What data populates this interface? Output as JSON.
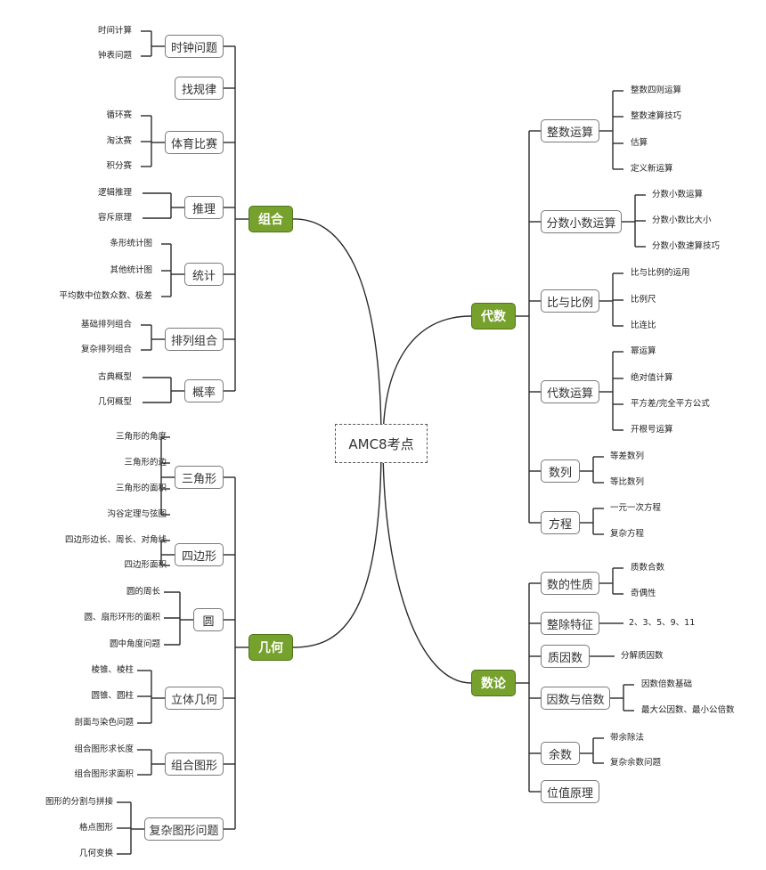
{
  "center": "AMC8考点",
  "left": [
    {
      "label": "组合",
      "children": [
        {
          "label": "时钟问题",
          "leaves": [
            "时间计算",
            "钟表问题"
          ]
        },
        {
          "label": "找规律",
          "leaves": []
        },
        {
          "label": "体育比赛",
          "leaves": [
            "循环赛",
            "淘汰赛",
            "积分赛"
          ]
        },
        {
          "label": "推理",
          "leaves": [
            "逻辑推理",
            "容斥原理"
          ]
        },
        {
          "label": "统计",
          "leaves": [
            "条形统计图",
            "其他统计图",
            "平均数中位数众数、极差"
          ]
        },
        {
          "label": "排列组合",
          "leaves": [
            "基础排列组合",
            "复杂排列组合"
          ]
        },
        {
          "label": "概率",
          "leaves": [
            "古典概型",
            "几何概型"
          ]
        }
      ]
    },
    {
      "label": "几何",
      "children": [
        {
          "label": "三角形",
          "leaves": [
            "三角形的角度",
            "三角形的边",
            "三角形的面积",
            "沟谷定理与弦图"
          ]
        },
        {
          "label": "四边形",
          "leaves": [
            "四边形边长、周长、对角线",
            "四边形面积"
          ]
        },
        {
          "label": "圆",
          "leaves": [
            "圆的周长",
            "圆、扇形环形的面积",
            "圆中角度问题"
          ]
        },
        {
          "label": "立体几何",
          "leaves": [
            "棱锥、棱柱",
            "圆锥、圆柱",
            "剖面与染色问题"
          ]
        },
        {
          "label": "组合图形",
          "leaves": [
            "组合图形求长度",
            "组合图形求面积"
          ]
        },
        {
          "label": "复杂图形问题",
          "leaves": [
            "图形的分割与拼接",
            "格点图形",
            "几何变换"
          ]
        }
      ]
    }
  ],
  "right": [
    {
      "label": "代数",
      "children": [
        {
          "label": "整数运算",
          "leaves": [
            "整数四则运算",
            "整数速算技巧",
            "估算",
            "定义新运算"
          ]
        },
        {
          "label": "分数小数运算",
          "leaves": [
            "分数小数运算",
            "分数小数比大小",
            "分数小数速算技巧"
          ]
        },
        {
          "label": "比与比例",
          "leaves": [
            "比与比例的运用",
            "比例尺",
            "比连比"
          ]
        },
        {
          "label": "代数运算",
          "leaves": [
            "幂运算",
            "绝对值计算",
            "平方差/完全平方公式",
            "开根号运算"
          ]
        },
        {
          "label": "数列",
          "leaves": [
            "等差数列",
            "等比数列"
          ]
        },
        {
          "label": "方程",
          "leaves": [
            "一元一次方程",
            "复杂方程"
          ]
        }
      ]
    },
    {
      "label": "数论",
      "children": [
        {
          "label": "数的性质",
          "leaves": [
            "质数合数",
            "奇偶性"
          ]
        },
        {
          "label": "整除特征",
          "leaves": [
            "2、3、5、9、11"
          ]
        },
        {
          "label": "质因数",
          "leaves": [
            "分解质因数"
          ]
        },
        {
          "label": "因数与倍数",
          "leaves": [
            "因数倍数基础",
            "最大公因数、最小公倍数"
          ]
        },
        {
          "label": "余数",
          "leaves": [
            "带余除法",
            "复杂余数问题"
          ]
        },
        {
          "label": "位值原理",
          "leaves": []
        }
      ]
    }
  ],
  "colors": {
    "main_fill": "#76a12c",
    "main_border": "#4f7419",
    "line": "#2b2b2b",
    "box_border": "#7a7a7a"
  }
}
